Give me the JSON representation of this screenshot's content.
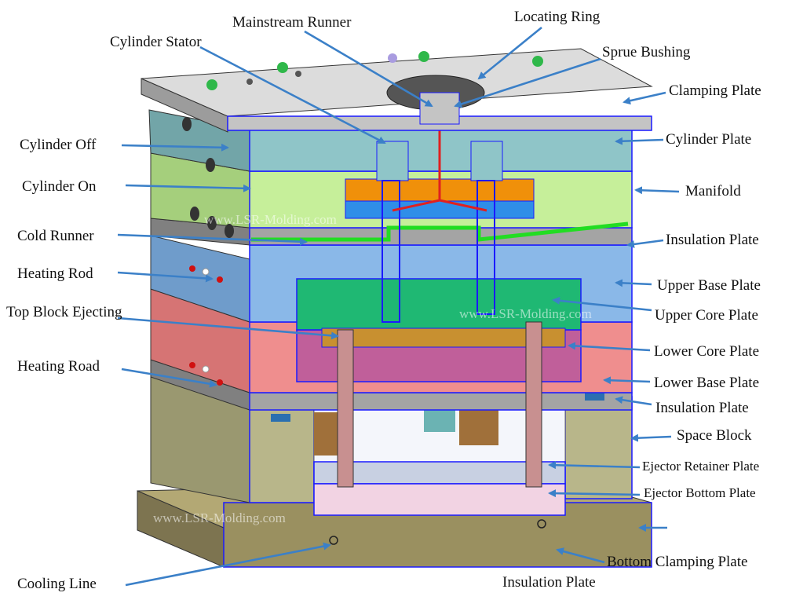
{
  "diagram": {
    "labels": {
      "mainstream_runner": "Mainstream Runner",
      "locating_ring": "Locating Ring",
      "cylinder_stator": "Cylinder Stator",
      "sprue_bushing": "Sprue Bushing",
      "clamping_plate": "Clamping Plate",
      "cylinder_off": "Cylinder Off",
      "cylinder_plate": "Cylinder Plate",
      "cylinder_on": "Cylinder On",
      "manifold": "Manifold",
      "cold_runner": "Cold Runner",
      "insulation_plate_1": "Insulation Plate",
      "heating_rod": "Heating Rod",
      "upper_base_plate": "Upper Base Plate",
      "top_block_ejecting": "Top Block Ejecting",
      "upper_core_plate": "Upper Core Plate",
      "lower_core_plate": "Lower Core Plate",
      "heating_road": "Heating Road",
      "lower_base_plate": "Lower Base Plate",
      "insulation_plate_2": "Insulation Plate",
      "space_block": "Space Block",
      "ejector_retainer_plate": "Ejector Retainer Plate",
      "ejector_bottom_plate": "Ejector Bottom Plate",
      "bottom_clamping_plate": "Bottom Clamping Plate",
      "insulation_plate_3": "Insulation Plate",
      "cooling_line": "Cooling Line"
    },
    "watermark": "www.LSR-Molding.com",
    "colors": {
      "arrow": "#3b80c8",
      "clamping_plate": "#c4c4c4",
      "cylinder_plate": "#8fc5c8",
      "manifold_plate": "#c6ef9a",
      "insulation": "#a4a4a4",
      "upper_base_plate": "#8ab8e8",
      "upper_core_plate": "#1fb873",
      "lower_core_plate": "#c05f9a",
      "lower_base_plate": "#ef8e8e",
      "space_block": "#b8b68a",
      "bottom_clamping_plate": "#9a9060",
      "manifold_block": "#f0900a",
      "runner_hot": "#e02020",
      "runner_cold": "#22dd22"
    }
  }
}
